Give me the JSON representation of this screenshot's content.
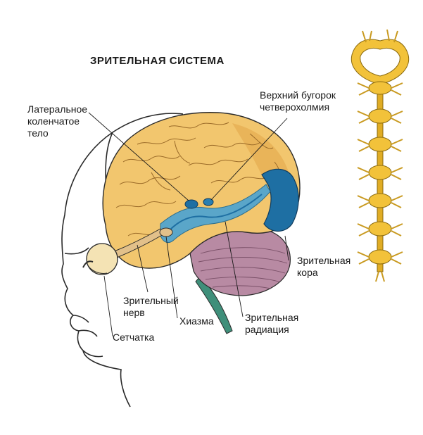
{
  "title": "ЗРИТЕЛЬНАЯ СИСТЕМА",
  "labels": {
    "lgn": "Латеральное\nколенчатое\nтело",
    "colliculus": "Верхний бугорок\nчетверохолмия",
    "cortex": "Зрительная\nкора",
    "radiation": "Зрительная\nрадиация",
    "chiasm": "Хиазма",
    "nerve": "Зрительный\nнерв",
    "retina": "Сетчатка"
  },
  "colors": {
    "brain": "#f2c66e",
    "brain_shadow": "#e2a548",
    "visual_cortex": "#1e6fa3",
    "pathway": "#5aa6c9",
    "cerebellum": "#b88aa3",
    "brainstem": "#3f8f7a",
    "neuron_chain": "#f2c23a",
    "outline": "#2a2a2a"
  },
  "icons": [
    "head-outline",
    "brain-illustration",
    "eye",
    "neuron-chain"
  ]
}
